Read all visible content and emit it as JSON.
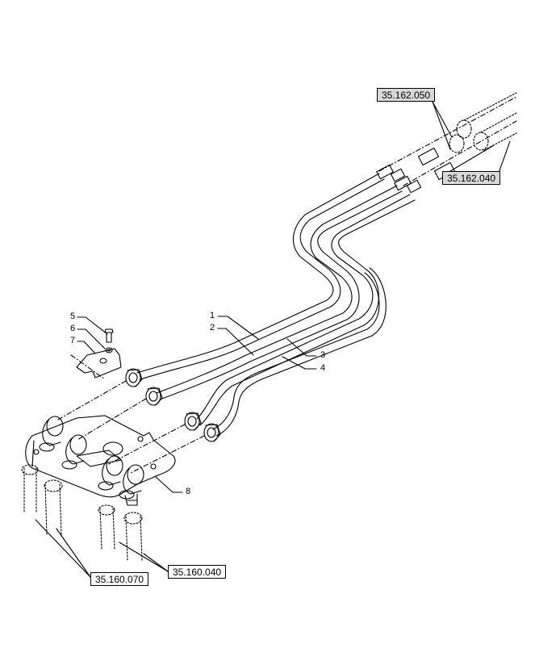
{
  "references": {
    "ref_top": "35.162.050",
    "ref_right": "35.162.040",
    "ref_bottom_left": "35.160.070",
    "ref_bottom_right": "35.160.040"
  },
  "callouts": {
    "c1": "1",
    "c2": "2",
    "c3": "3",
    "c4": "4",
    "c5": "5",
    "c6": "6",
    "c7": "7",
    "c8": "8"
  }
}
